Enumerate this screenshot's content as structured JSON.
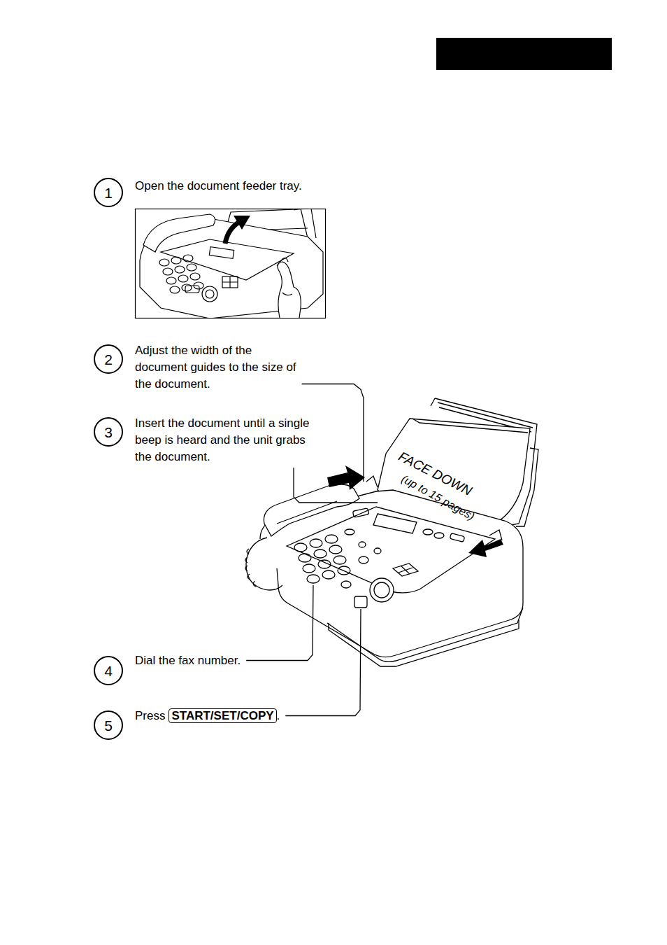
{
  "diagram": {
    "nodes": [
      {
        "text": [
          "1",
          "Open the document feeder tray."
        ]
      },
      {
        "text": [
          "2",
          "Adjust the width of the document guides to the size of the document."
        ]
      },
      {
        "text": [
          "3",
          "Insert the document until a single beep is heard and the unit grabs the document."
        ]
      },
      {
        "text": [
          "4",
          "Dial the fax number."
        ]
      },
      {
        "text": [
          "5",
          "Press",
          "START/SET/COPY",
          "."
        ]
      }
    ],
    "labels": [
      "FACE DOWN",
      "(up to 15 pages)"
    ]
  }
}
